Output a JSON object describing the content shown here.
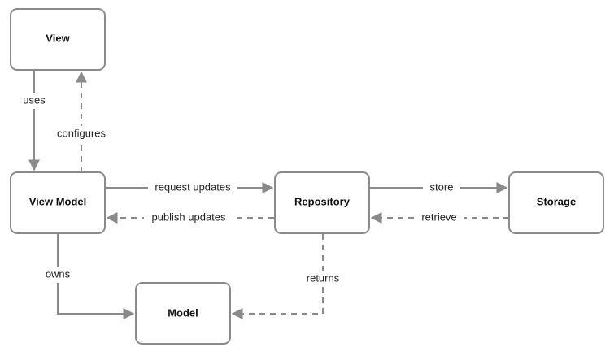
{
  "diagram": {
    "nodes": {
      "view": {
        "label": "View"
      },
      "view_model": {
        "label": "View Model"
      },
      "repository": {
        "label": "Repository"
      },
      "storage": {
        "label": "Storage"
      },
      "model": {
        "label": "Model"
      }
    },
    "edges": {
      "uses": {
        "label": "uses",
        "style": "solid"
      },
      "configures": {
        "label": "configures",
        "style": "dashed"
      },
      "request_updates": {
        "label": "request updates",
        "style": "solid"
      },
      "publish_updates": {
        "label": "publish updates",
        "style": "dashed"
      },
      "store": {
        "label": "store",
        "style": "solid"
      },
      "retrieve": {
        "label": "retrieve",
        "style": "dashed"
      },
      "owns": {
        "label": "owns",
        "style": "solid"
      },
      "returns": {
        "label": "returns",
        "style": "dashed"
      }
    }
  },
  "colors": {
    "stroke": "#8a8a8a",
    "text": "#111111",
    "background": "#ffffff"
  }
}
